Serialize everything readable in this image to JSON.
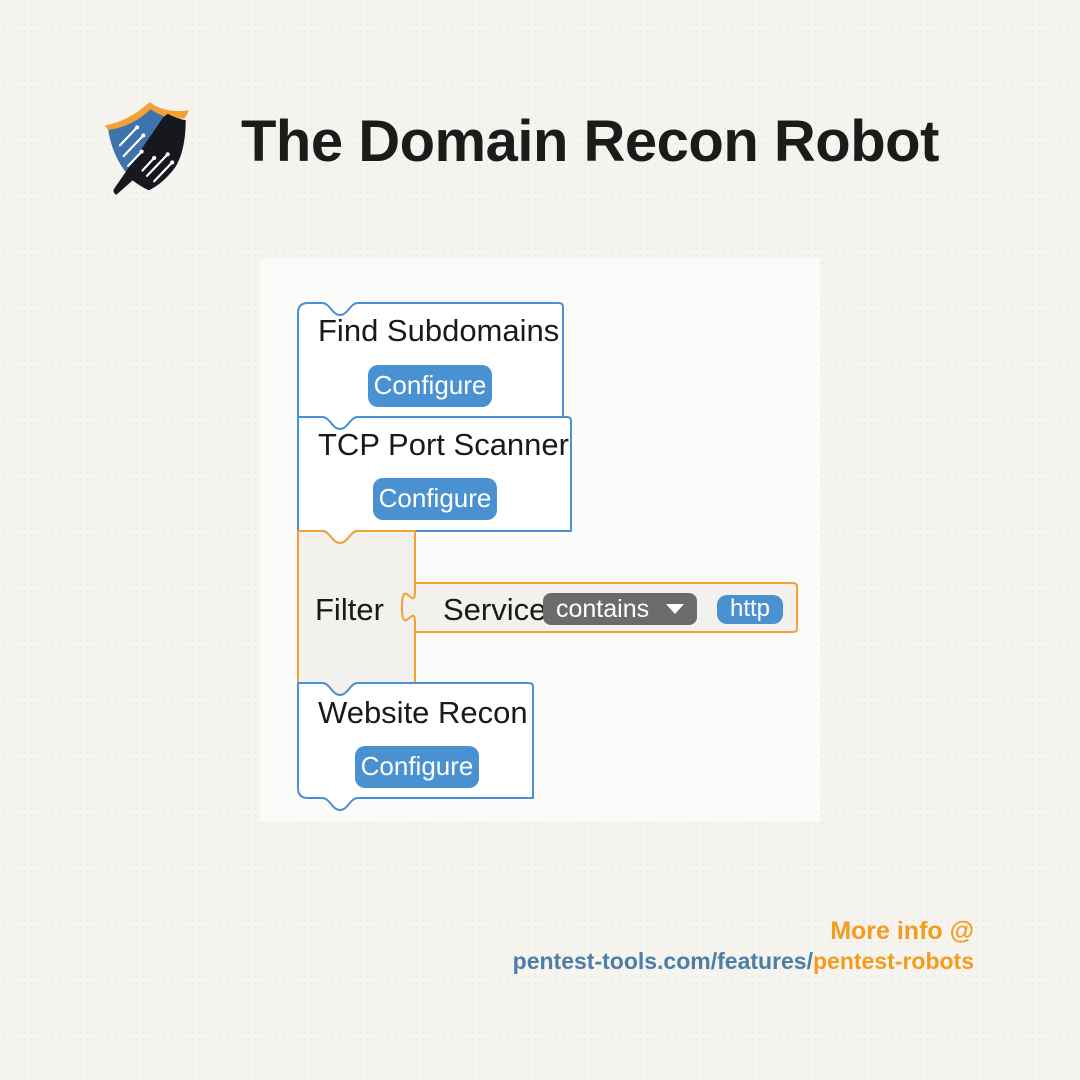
{
  "header": {
    "title": "The Domain Recon Robot",
    "logo": "pentest-tools-shield-logo"
  },
  "workflow": {
    "blocks": [
      {
        "label": "Find Subdomains",
        "button": "Configure"
      },
      {
        "label": "TCP Port Scanner",
        "button": "Configure"
      },
      {
        "label": "Filter",
        "condition": {
          "field": "Service",
          "operator": "contains",
          "value": "http"
        }
      },
      {
        "label": "Website Recon",
        "button": "Configure"
      }
    ]
  },
  "footer": {
    "more_info": "More info @",
    "url_prefix": "pentest-tools.com/features/",
    "url_highlight": "pentest-robots"
  },
  "colors": {
    "page-bg": "#f5f4ef",
    "panel-bg": "#fbfbf9",
    "block-blue": "#4a90d5",
    "button-blue": "#4a91d2",
    "accent-orange": "#f5a033",
    "footer-orange": "#f49c1e",
    "url-blue": "#4d7ea8",
    "dropdown-gray": "#6b6b6b",
    "block-gray-fill": "#f2f1ee",
    "text-dark": "#1b1b1b"
  }
}
